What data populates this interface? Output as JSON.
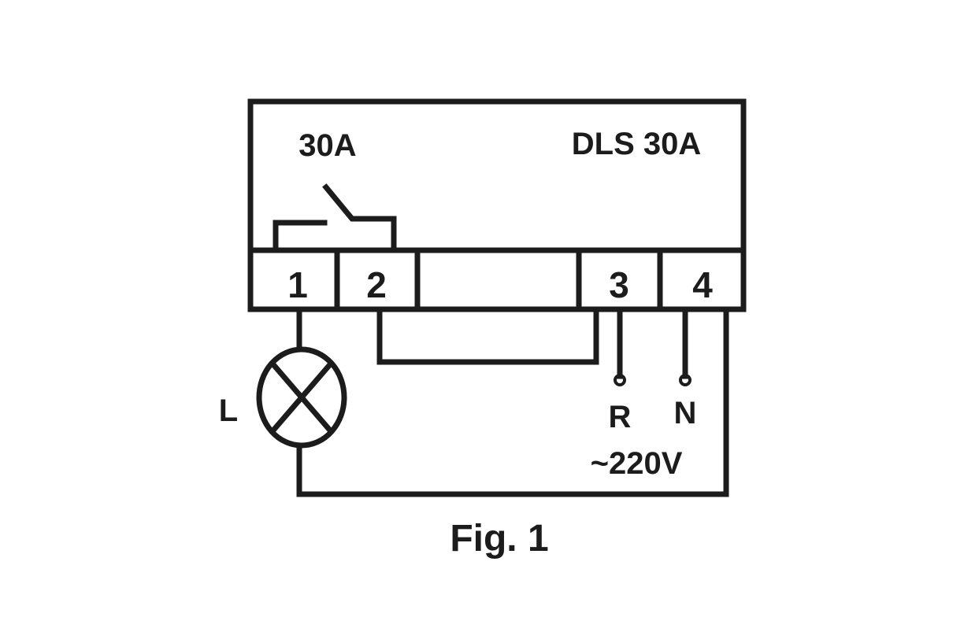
{
  "device": {
    "model": "DLS 30A",
    "relay_rating": "30A"
  },
  "terminals": [
    "1",
    "2",
    "3",
    "4"
  ],
  "load": {
    "label": "L"
  },
  "supply": {
    "phase": "R",
    "neutral": "N",
    "voltage": "~220V"
  },
  "caption": "Fig. 1",
  "colors": {
    "ink": "#1c1c1c",
    "paper": "#ffffff"
  }
}
